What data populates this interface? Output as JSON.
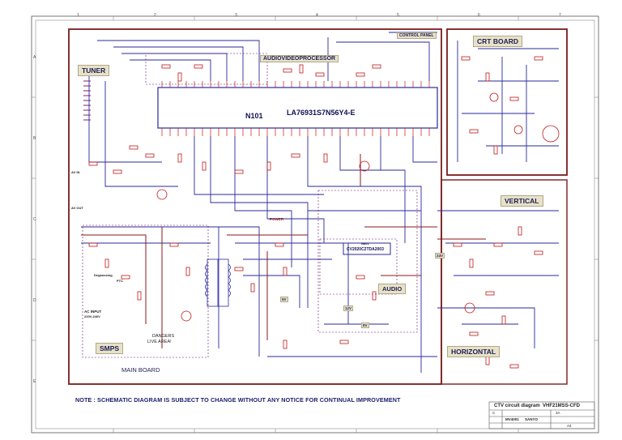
{
  "sections": {
    "tuner": "TUNER",
    "crt_board": "CRT BOARD",
    "vertical": "VERTICAL",
    "horizontal": "HORIZONTAL",
    "smps": "SMPS",
    "audio": "AUDIO",
    "main_board": "MAIN BOARD",
    "control_panel": "CONTROL PANEL",
    "audio_video_processor": "AUDIOVIDEOPROCESSOR",
    "power": "POWER"
  },
  "ic": {
    "main_ref": "N101",
    "main_part": "LA76931S7N56Y4-E",
    "audio_ref": "N601",
    "audio_part": "CV2020C2TDA2003"
  },
  "smps_notes": {
    "dangers": "DANGERS",
    "live_area": "LIVE AREA!",
    "ac_input": "AC INPUT",
    "ac_range": "220V-240V",
    "degaussing": "Degaussing",
    "ptc": "PTC"
  },
  "io_labels": {
    "av_in": "AV IN",
    "av_out": "AV OUT"
  },
  "rails": {
    "v24": "24V",
    "v8": "8V",
    "v5": "5V",
    "v12": "12V"
  },
  "note": "NOTE : SCHEMATIC DIAGRAM IS SUBJECT TO CHANGE WITHOUT ANY NOTICE FOR CONTINUAL IMPROVEMENT",
  "title_block": {
    "title": "CTV circuit diagram",
    "model": "VHF21MSS-CFD",
    "doc_no": "MV4001",
    "brand": "SANYO",
    "rev_label": "C",
    "sheet": "3A",
    "page": "A4"
  },
  "grid": {
    "cols": [
      "1",
      "2",
      "3",
      "4",
      "5",
      "6",
      "7"
    ],
    "rows": [
      "A",
      "B",
      "C",
      "D",
      "E"
    ]
  },
  "colors": {
    "frame": "#7a1c1c",
    "wire": "#2a2a9a",
    "component": "#c01818",
    "annotation": "#6a0a6a",
    "label_bg": "#e7e2c7"
  }
}
